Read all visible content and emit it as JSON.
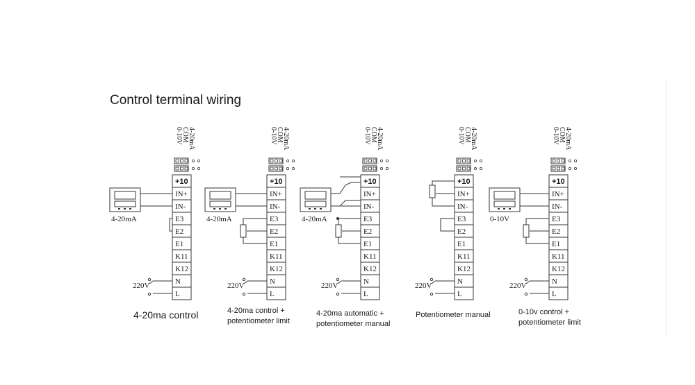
{
  "title": "Control terminal wiring",
  "jumper_labels": [
    "0-10V",
    "COM",
    "4-20mA"
  ],
  "terminals": [
    "+10",
    "IN+",
    "IN-",
    "E3",
    "E2",
    "E1",
    "K11",
    "K12",
    "N",
    "L"
  ],
  "panels": [
    {
      "caption_lines": [
        "4-20ma control"
      ],
      "source_label": "4-20mA",
      "power_label": "220V"
    },
    {
      "caption_lines": [
        "4-20ma control +",
        "potentiometer limit"
      ],
      "source_label": "4-20mA",
      "power_label": "220V"
    },
    {
      "caption_lines": [
        "4-20ma automatic +",
        "potentiometer manual"
      ],
      "source_label": "4-20mA",
      "power_label": "220V"
    },
    {
      "caption_lines": [
        "Potentiometer manual"
      ],
      "source_label": "",
      "power_label": "220V"
    },
    {
      "caption_lines": [
        "0-10v control +",
        "potentiometer limit"
      ],
      "source_label": "0-10V",
      "power_label": "220V"
    }
  ]
}
